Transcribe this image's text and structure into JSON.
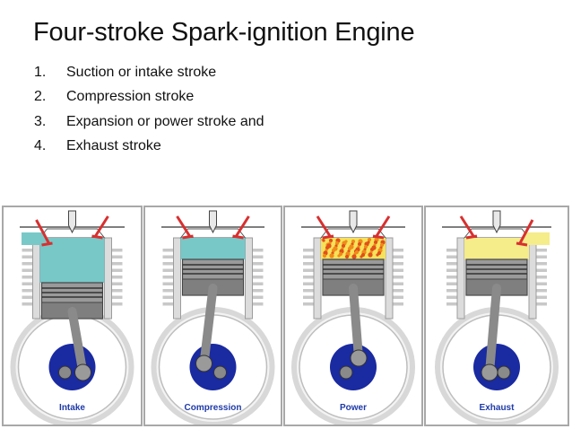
{
  "slide": {
    "title": "Four-stroke Spark-ignition Engine",
    "list": [
      {
        "num": "1.",
        "text": "Suction or intake stroke"
      },
      {
        "num": "2.",
        "text": "Compression stroke"
      },
      {
        "num": "3.",
        "text": "Expansion or power stroke and"
      },
      {
        "num": "4.",
        "text": "Exhaust stroke"
      }
    ]
  },
  "engine_panels": [
    {
      "label": "Intake",
      "chamber_color": "#78c8c8",
      "piston_position": "bottom",
      "intake_valve": "open",
      "exhaust_valve": "closed"
    },
    {
      "label": "Compression",
      "chamber_color": "#78c8c8",
      "piston_position": "top",
      "intake_valve": "closed",
      "exhaust_valve": "closed"
    },
    {
      "label": "Power",
      "chamber_color": "#f5e25a",
      "piston_position": "top",
      "intake_valve": "closed",
      "exhaust_valve": "closed",
      "combustion": true
    },
    {
      "label": "Exhaust",
      "chamber_color": "#f5ec8a",
      "piston_position": "top",
      "intake_valve": "closed",
      "exhaust_valve": "open"
    }
  ],
  "colors": {
    "crank_disk": "#1a2aa0",
    "label_text": "#1e3aa8",
    "valve_red": "#d83030",
    "piston_gray": "#9a9a9a",
    "panel_border": "#a8a8a8"
  }
}
